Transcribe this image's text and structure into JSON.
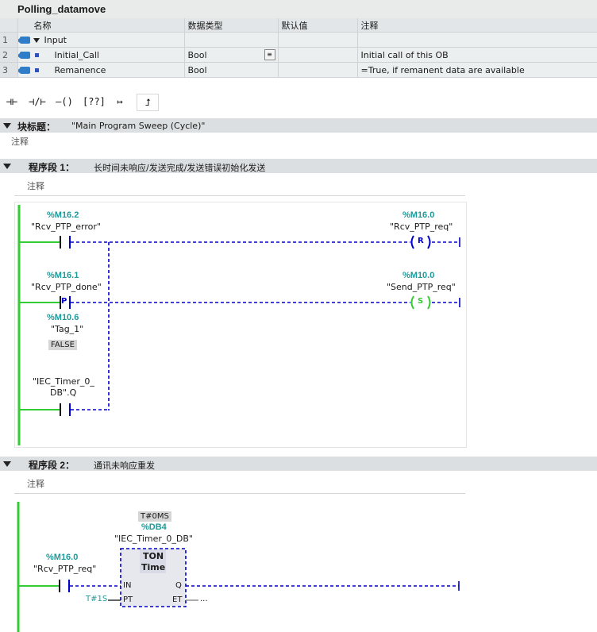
{
  "block": {
    "title": "Polling_datamove"
  },
  "interface": {
    "columns": [
      "名称",
      "数据类型",
      "默认值",
      "注释"
    ],
    "rows": [
      {
        "num": "1",
        "name": "Input",
        "type": "",
        "default": "",
        "comment": ""
      },
      {
        "num": "2",
        "name": "Initial_Call",
        "type": "Bool",
        "default": "",
        "comment": "Initial call of this OB"
      },
      {
        "num": "3",
        "name": "Remanence",
        "type": "Bool",
        "default": "",
        "comment": "=True, if remanent data are available"
      }
    ]
  },
  "toolbar": {
    "items": [
      {
        "name": "no-contact-icon",
        "glyph": "⊣⊢"
      },
      {
        "name": "nc-contact-icon",
        "glyph": "⊣/⊢"
      },
      {
        "name": "coil-icon",
        "glyph": "–()"
      },
      {
        "name": "empty-box-icon",
        "glyph": "[??]"
      },
      {
        "name": "open-branch-icon",
        "glyph": "↦"
      },
      {
        "name": "close-branch-icon",
        "glyph": "⮥"
      }
    ]
  },
  "block_header": {
    "label": "块标题：",
    "value": "\"Main Program Sweep (Cycle)\"",
    "comment": "注释"
  },
  "network1": {
    "label": "程序段 1：",
    "title": "长时间未响应/发送完成/发送错误初始化发送",
    "comment": "注释",
    "c1": {
      "addr": "%M16.2",
      "sym": "\"Rcv_PTP_error\""
    },
    "c2": {
      "addr": "%M16.1",
      "sym": "\"Rcv_PTP_done\"",
      "p_label": "P"
    },
    "c2_edge": {
      "addr": "%M10.6",
      "sym": "\"Tag_1\"",
      "value": "FALSE"
    },
    "c3": {
      "sym1": "\"IEC_Timer_0_",
      "sym2": "DB\".Q"
    },
    "coil1": {
      "addr": "%M16.0",
      "sym": "\"Rcv_PTP_req\"",
      "letter": "R"
    },
    "coil2": {
      "addr": "%M10.0",
      "sym": "\"Send_PTP_req\"",
      "letter": "S"
    }
  },
  "network2": {
    "label": "程序段 2：",
    "title": "通讯未响应重发",
    "comment": "注释",
    "contact": {
      "addr": "%M16.0",
      "sym": "\"Rcv_PTP_req\""
    },
    "timer": {
      "type_value": "T#0MS",
      "db_addr": "%DB4",
      "db_sym": "\"IEC_Timer_0_DB\"",
      "name": "TON",
      "time": "Time",
      "pin_in": "IN",
      "pin_q": "Q",
      "pin_pt": "PT",
      "pin_et": "ET",
      "pt_value": "T#1S",
      "et_value": "..."
    }
  },
  "colors": {
    "rail": "#33cc33",
    "wire": "#0000cc",
    "accent": "#1f9a9a",
    "coil_green": "#33cc33"
  }
}
